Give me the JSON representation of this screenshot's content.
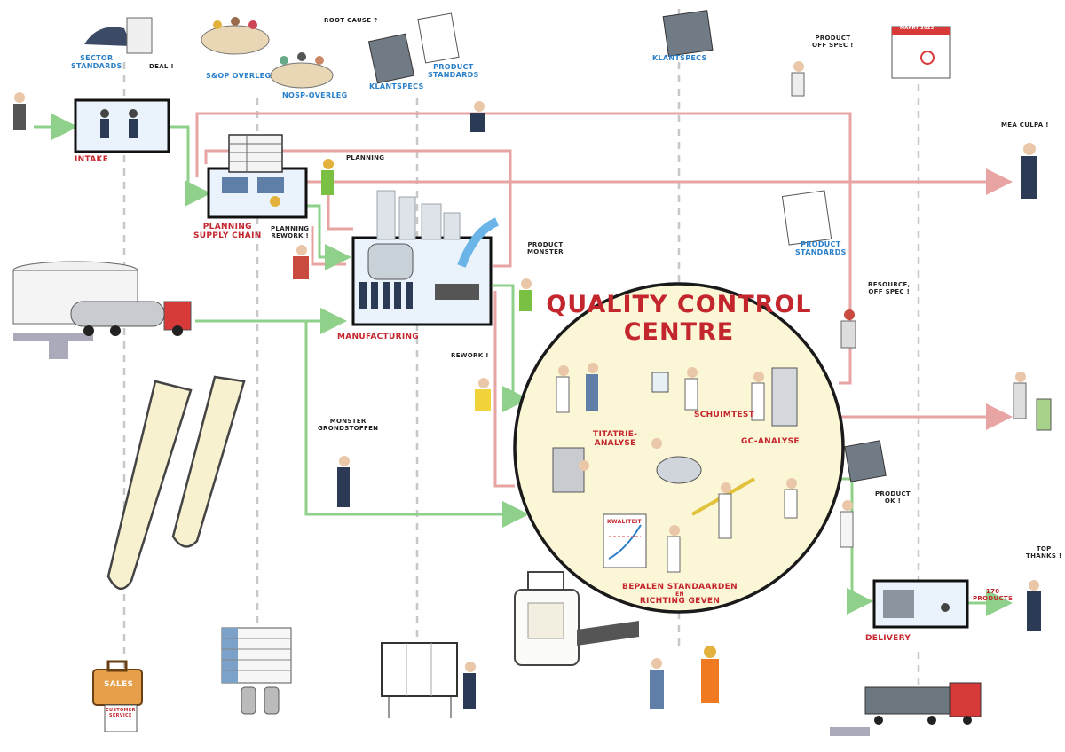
{
  "centre": {
    "title_line1": "QUALITY CONTROL",
    "title_line2": "CENTRE",
    "tests": {
      "schuimtest": "SCHUIMTEST",
      "titratie_line1": "TITATRIE-",
      "titratie_line2": "ANALYSE",
      "gc": "GC-ANALYSE",
      "standaarden_line1": "BEPALEN STANDAARDEN",
      "standaarden_en": "EN",
      "standaarden_line2": "RICHTING GEVEN",
      "chart_label": "KWALITEIT"
    }
  },
  "stages": {
    "intake": "INTAKE",
    "planning_line1": "PLANNING",
    "planning_line2": "SUPPLY CHAIN",
    "manufacturing": "MANUFACTURING",
    "delivery": "DELIVERY"
  },
  "top_labels": {
    "sector_line1": "SECTOR",
    "sector_line2": "STANDARDS",
    "sop": "S&OP OVERLEG",
    "nosp": "NOSP-OVERLEG",
    "klantspecs_left": "KLANTSPECS",
    "product_standards_line1": "PRODUCT",
    "product_standards_line2": "STANDARDS",
    "klantspecs_mid": "KLANTSPECS",
    "product_standards_right_line1": "PRODUCT",
    "product_standards_right_line2": "STANDARDS",
    "calendar": "MAART 2023"
  },
  "speech": {
    "deal": "DEAL !",
    "root_cause": "ROOT CAUSE ?",
    "product_off_spec_line1": "PRODUCT",
    "product_off_spec_line2": "OFF SPEC !",
    "mea_culpa": "MEA CULPA !",
    "planning": "PLANNING",
    "planning_rework_line1": "PLANNING",
    "planning_rework_line2": "REWORK !",
    "product_monster_line1": "PRODUCT",
    "product_monster_line2": "MONSTER",
    "rework": "REWORK !",
    "monster_line1": "MONSTER",
    "monster_line2": "GRONDSTOFFEN",
    "resource_line1": "RESOURCE,",
    "resource_line2": "OFF SPEC !",
    "product_ok_line1": "PRODUCT",
    "product_ok_line2": "OK !",
    "top_thanks_line1": "TOP",
    "top_thanks_line2": "THANKS !",
    "products_count_line1": "170",
    "products_count_line2": "PRODUCTS"
  },
  "bottom": {
    "sales": "SALES",
    "customer_service_line1": "CUSTOMER",
    "customer_service_line2": "SERVICE"
  },
  "colors": {
    "flow_green": "#8fd18a",
    "flow_red": "#e8a3a3",
    "dashed_grey": "#c8c8c8",
    "centre_fill": "#fbf6d6",
    "label_blue": "#2a7fc9",
    "label_red": "#c4262e"
  }
}
